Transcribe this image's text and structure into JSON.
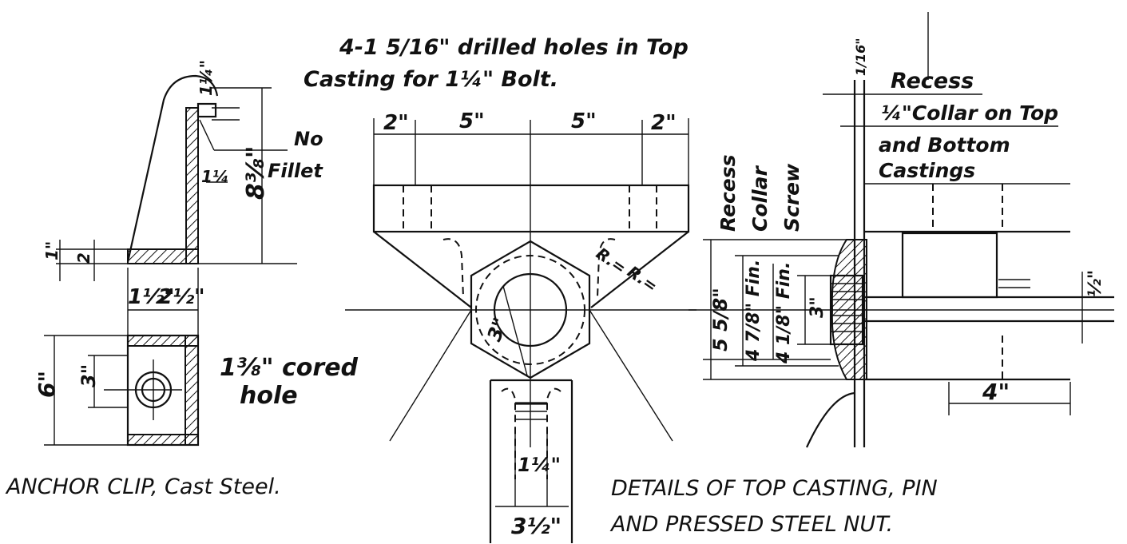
{
  "notes": {
    "top_line1": "4-1 5/16\" drilled holes in Top",
    "top_line2": "Casting for 1¼\" Bolt.",
    "no_fillet_1": "No",
    "no_fillet_2": "Fillet",
    "cored_1": "1⅜\" cored",
    "cored_2": "hole",
    "recess_vert": "Recess",
    "collar_vert": "Collar",
    "screw_vert": "Screw",
    "recess_top": "Recess",
    "collar_line1": "¼\"Collar on Top",
    "collar_line2": "and Bottom",
    "collar_line3": "Castings"
  },
  "titles": {
    "anchor": "ANCHOR CLIP, Cast Steel.",
    "details_1": "DETAILS OF TOP CASTING, PIN",
    "details_2": "AND PRESSED STEEL NUT."
  },
  "dims": {
    "top_2_left": "2\"",
    "top_5_left": "5\"",
    "top_5_right": "5\"",
    "top_2_right": "2\"",
    "clip_height": "8⅜\"",
    "clip_1": "1\"",
    "clip_2": "2",
    "clip_1_4": "1¼\"",
    "clip_1_half": "1½\"",
    "clip_2_half": "2½\"",
    "clip_6": "6\"",
    "clip_3": "3\"",
    "clip_14": "1¼",
    "radius_1": "R.=",
    "radius_2": "R.=",
    "pin_3": "3\"",
    "nut_1_quarter": "1¼\"",
    "nut_3_half": "3½\"",
    "nut_5": "5 5/8\"",
    "nut_4fin": "4 7/8\" Fin.",
    "nut_4_1_8": "4 1/8\" Fin.",
    "nut_3": "3\"",
    "right_half": "½\"",
    "right_4": "4\"",
    "right_1_16": "1/16\""
  }
}
